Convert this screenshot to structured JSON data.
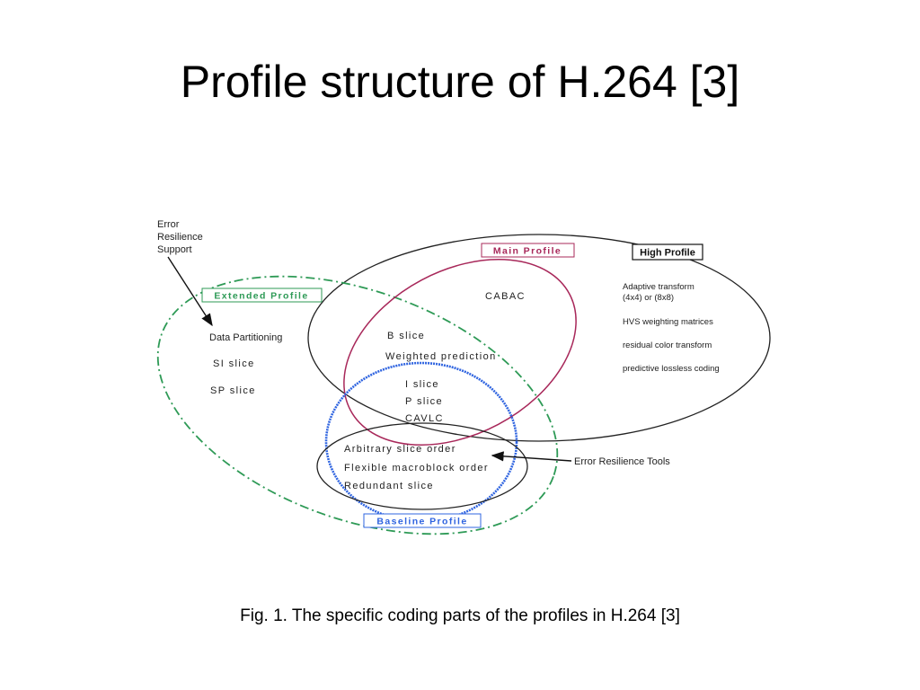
{
  "slide": {
    "title": "Profile structure of H.264 [3]",
    "caption": "Fig. 1. The specific coding parts of the profiles in H.264 [3]"
  },
  "diagram": {
    "annotations": {
      "error_resilience_support": [
        "Error",
        "Resilience",
        "Support"
      ],
      "error_resilience_tools": "Error Resilience Tools"
    },
    "profiles": {
      "extended": "Extended Profile",
      "main": "Main Profile",
      "high": "High Profile",
      "baseline": "Baseline Profile"
    },
    "extended_only": [
      "Data Partitioning",
      "SI slice",
      "SP slice"
    ],
    "main_only": [
      "CABAC"
    ],
    "main_extended": [
      "B slice",
      "Weighted prediction"
    ],
    "common": [
      "I slice",
      "P slice",
      "CAVLC"
    ],
    "error_tools": [
      "Arbitrary slice order",
      "Flexible macroblock order",
      "Redundant slice"
    ],
    "high_features": [
      "Adaptive transform",
      "(4x4) or (8x8)",
      "HVS weighting matrices",
      "residual color transform",
      "predictive lossless coding"
    ],
    "colors": {
      "extended": "#2e9a56",
      "main": "#a8285a",
      "baseline": "#2f64e0",
      "high": "#111111"
    }
  }
}
